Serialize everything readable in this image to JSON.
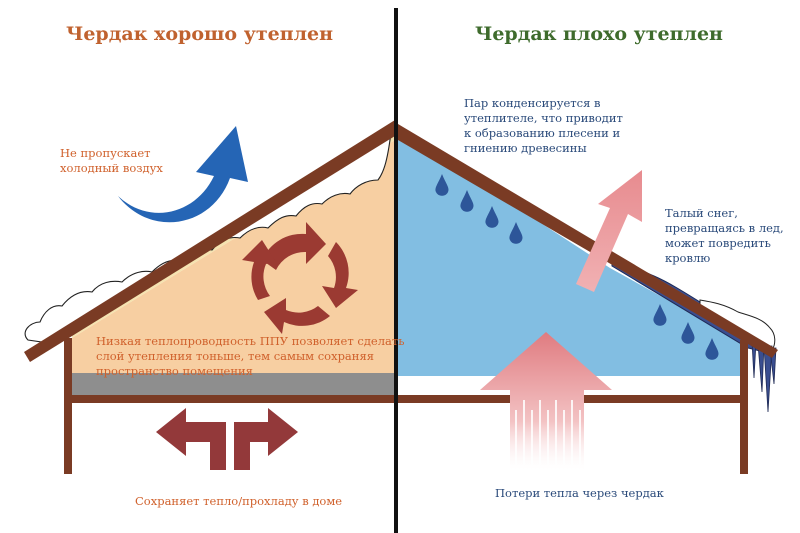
{
  "left": {
    "title": "Чердак хорошо утеплен",
    "title_color": "#c0622f",
    "notes": {
      "cold_air": "Не пропускает\nхолодный воздух",
      "low_conductivity": "Низкая теплопроводность ППУ позволяет сделать\nслой утепления тоньше, тем самым сохраняя\nпространство помещения",
      "keeps_heat": "Сохраняет тепло/прохладу в доме"
    },
    "colors": {
      "insulation_fill": "#f7cfa2",
      "note_text": "#d0612c",
      "cycle_arrows": "#9b3a32",
      "floor_arrows": "#93393a",
      "blue_arrow": "#2565b5"
    }
  },
  "right": {
    "title": "Чердак плохо утеплен",
    "title_color": "#3e6b2c",
    "notes": {
      "condensation": "Пар конденсируется в\nутеплителе, что приводит\nк образованию плесени и\nгниению древесины",
      "melted_snow": "Талый снег,\nпревращаясь в лед,\nможет повредить\nкровлю",
      "heat_loss": "Потери тепла через чердак"
    },
    "colors": {
      "attic_fill": "#82bee2",
      "note_text": "#2a4a7a",
      "drops": "#2d5699",
      "heat_arrow": "#e09a9c",
      "icicles": "#3a4e90"
    }
  },
  "colors": {
    "wood": "#7a3b24",
    "insulation_strip": "#8e8e8e",
    "divider": "#111111"
  }
}
